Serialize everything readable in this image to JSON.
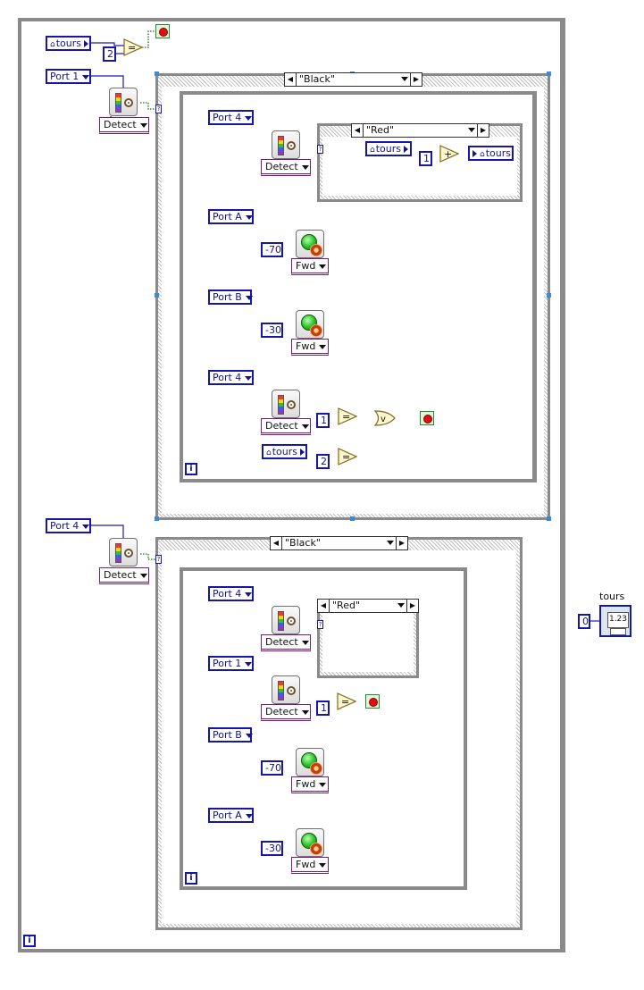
{
  "variables": {
    "tours": "tours"
  },
  "constants": {
    "two": "2",
    "one": "1",
    "zero": "0",
    "minus70": "-70",
    "minus30": "-30"
  },
  "ports": {
    "port1": "Port 1",
    "port4": "Port 4",
    "portA": "Port A",
    "portB": "Port B"
  },
  "modes": {
    "detect": "Detect",
    "fwd": "Fwd"
  },
  "cases": {
    "black": "\"Black\"",
    "red": "\"Red\""
  },
  "operators": {
    "equal": "=",
    "plus": "+",
    "or": "v"
  },
  "iteration_label": "i",
  "indicator": {
    "label": "tours",
    "display": "1.23"
  }
}
